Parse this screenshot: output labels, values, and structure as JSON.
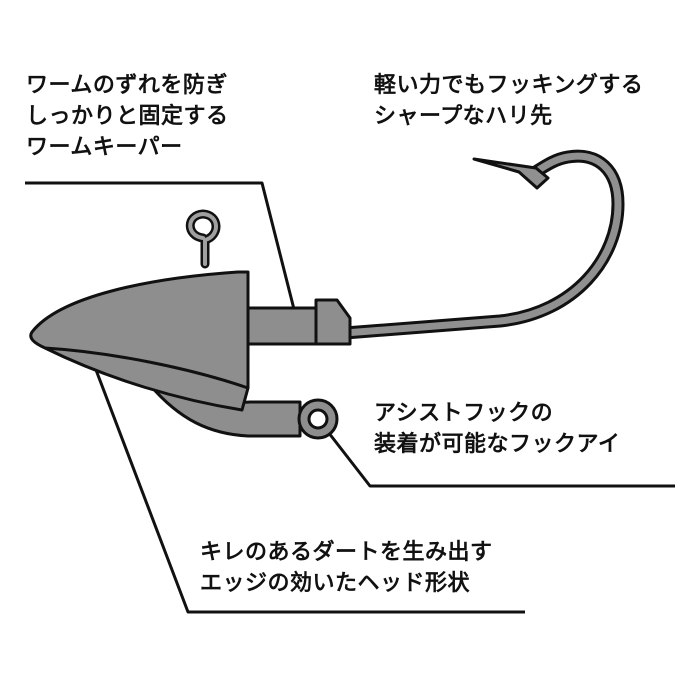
{
  "callouts": {
    "worm_keeper": {
      "line1": "ワームのずれを防ぎ",
      "line2": "しっかりと固定する",
      "line3": "ワームキーパー"
    },
    "hook_point": {
      "line1": "軽い力でもフッキングする",
      "line2": "シャープなハリ先"
    },
    "hook_eye": {
      "line1": "アシストフックの",
      "line2": "装着が可能なフックアイ"
    },
    "head_shape": {
      "line1": "キレのあるダートを生み出す",
      "line2": "エッジの効いたヘッド形状"
    }
  },
  "colors": {
    "body_fill": "#8e8e8e",
    "hook_fill": "#909090",
    "outline": "#111111",
    "background": "#ffffff"
  }
}
